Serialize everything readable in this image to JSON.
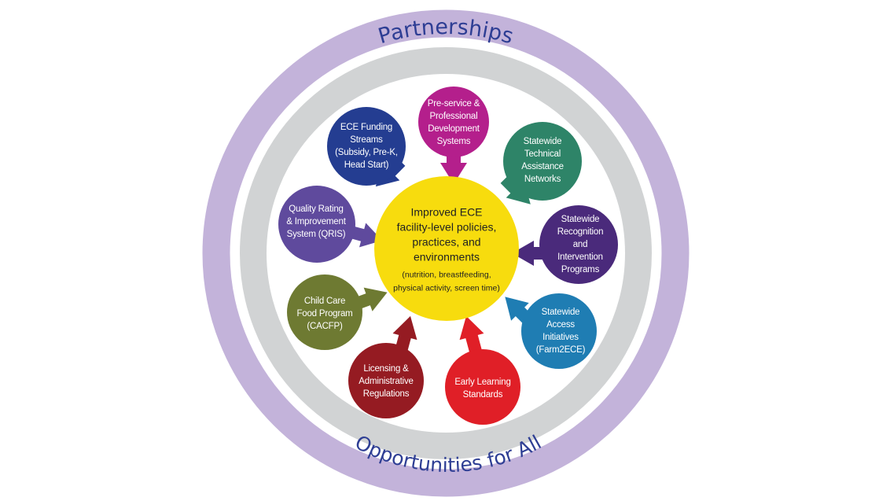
{
  "outer_ring": {
    "label": "Partnerships",
    "color": "#c3b3da",
    "text_color": "#2e3e94"
  },
  "inner_ring": {
    "label": "Opportunities for All",
    "color": "#d1d3d4",
    "text_color": "#2e3e94"
  },
  "center": {
    "color": "#f7dc0e",
    "title_lines": [
      "Improved ECE",
      "facility-level policies,",
      "practices, and",
      "environments"
    ],
    "subtitle_lines": [
      "(nutrition, breastfeeding,",
      "physical activity, screen time)"
    ]
  },
  "nodes": [
    {
      "id": "preservice",
      "color": "#b41f8c",
      "lines": [
        "Pre-service &",
        "Professional",
        "Development",
        "Systems"
      ]
    },
    {
      "id": "funding",
      "color": "#243d91",
      "lines": [
        "ECE Funding",
        "Streams",
        "(Subsidy, Pre-K,",
        "Head Start)"
      ]
    },
    {
      "id": "technical",
      "color": "#2e8468",
      "lines": [
        "Statewide",
        "Technical",
        "Assistance",
        "Networks"
      ]
    },
    {
      "id": "qris",
      "color": "#5f4a9d",
      "lines": [
        "Quality Rating",
        "& Improvement",
        "System (QRIS)"
      ]
    },
    {
      "id": "recognition",
      "color": "#4a2a7b",
      "lines": [
        "Statewide",
        "Recognition",
        "and",
        "Intervention",
        "Programs"
      ]
    },
    {
      "id": "cacfp",
      "color": "#6e7a32",
      "lines": [
        "Child Care",
        "Food Program",
        "(CACFP)"
      ]
    },
    {
      "id": "access",
      "color": "#1f7db3",
      "lines": [
        "Statewide",
        "Access",
        "Initiatives",
        "(Farm2ECE)"
      ]
    },
    {
      "id": "licensing",
      "color": "#951b22",
      "lines": [
        "Licensing &",
        "Administrative",
        "Regulations"
      ]
    },
    {
      "id": "early-learning",
      "color": "#e01f27",
      "lines": [
        "Early Learning",
        "Standards"
      ]
    }
  ]
}
